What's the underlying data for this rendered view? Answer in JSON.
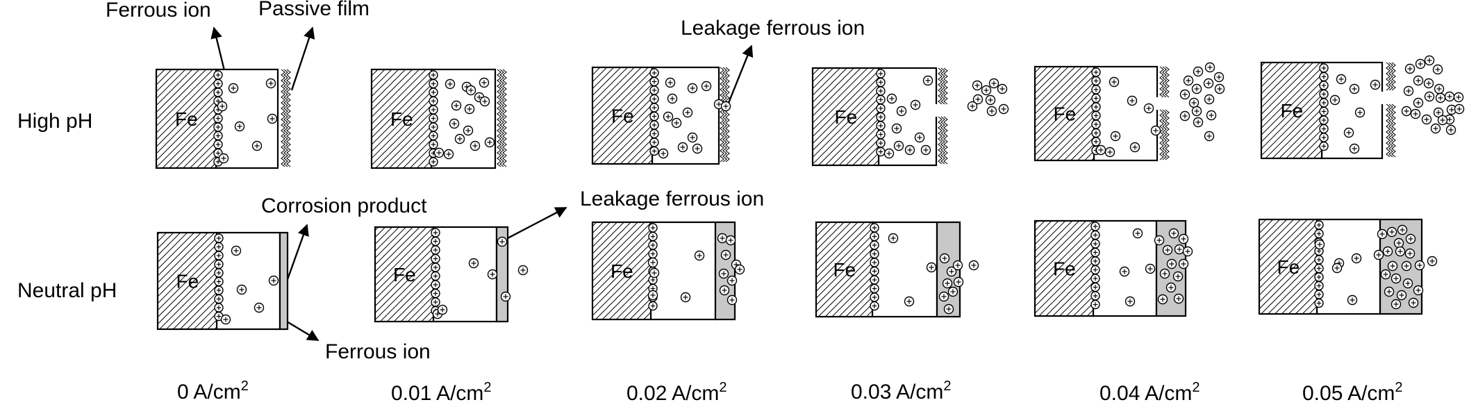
{
  "rows": [
    {
      "key": "high",
      "label": "High pH"
    },
    {
      "key": "neutral",
      "label": "Neutral pH"
    }
  ],
  "current_densities": [
    {
      "value": "0",
      "unit": "A/cm",
      "exp": "2"
    },
    {
      "value": "0.01",
      "unit": "A/cm",
      "exp": "2"
    },
    {
      "value": "0.02",
      "unit": "A/cm",
      "exp": "2"
    },
    {
      "value": "0.03",
      "unit": "A/cm",
      "exp": "2"
    },
    {
      "value": "0.04",
      "unit": "A/cm",
      "exp": "2"
    },
    {
      "value": "0.05",
      "unit": "A/cm",
      "exp": "2"
    }
  ],
  "metal_label": "Fe",
  "annotations": {
    "ferrous_ion_top": "Ferrous ion",
    "passive_film": "Passive film",
    "leakage_top": "Leakage ferrous ion",
    "corrosion_product": "Corrosion product",
    "leakage_bottom": "Leakage ferrous ion",
    "ferrous_ion_bottom": "Ferrous ion"
  },
  "colors": {
    "line": "#000000",
    "corrosion_product": "#c8c8c8",
    "background": "#ffffff"
  }
}
